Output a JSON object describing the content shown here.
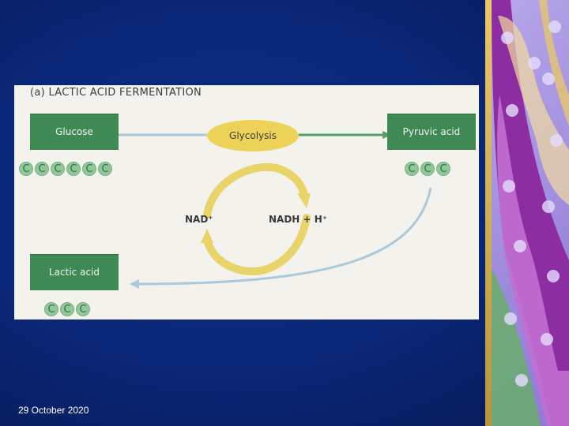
{
  "diagram": {
    "title": "(a) LACTIC ACID FERMENTATION",
    "glucose": {
      "label": "Glucose",
      "carbons": [
        "C",
        "C",
        "C",
        "C",
        "C",
        "C"
      ]
    },
    "glycolysis": "Glycolysis",
    "pyruvic": {
      "label": "Pyruvic acid",
      "carbons": [
        "C",
        "C",
        "C"
      ]
    },
    "nad": "NAD⁺",
    "nadh": "NADH + H⁺",
    "lactic": {
      "label": "Lactic acid",
      "carbons": [
        "C",
        "C",
        "C"
      ]
    }
  },
  "footer": {
    "date": "29 October 2020"
  },
  "colors": {
    "background": "#0a2676",
    "box": "#3f8a54",
    "oval": "#ecd357",
    "arrow": "#a9c9dd",
    "cycle": "#e9d46a"
  }
}
